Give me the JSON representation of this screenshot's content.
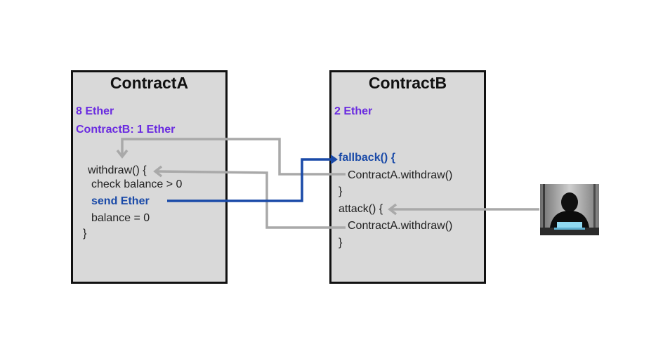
{
  "contract_a": {
    "title": "ContractA",
    "balance": "8 Ether",
    "contract_b_balance": "ContractB: 1 Ether",
    "code": {
      "withdraw_open": "withdraw() {",
      "check_balance": "check balance > 0",
      "send_ether": "send Ether",
      "balance_zero": "balance = 0",
      "close": "}"
    }
  },
  "contract_b": {
    "title": "ContractB",
    "balance": "2 Ether",
    "code": {
      "fallback_open": "fallback() {",
      "fallback_call": "ContractA.withdraw()",
      "fallback_close": "}",
      "attack_open": "attack() {",
      "attack_call": "ContractA.withdraw()",
      "attack_close": "}"
    }
  },
  "colors": {
    "box_fill": "#d9d9d9",
    "purple_text": "#6a2be0",
    "blue_text": "#1a4aa8",
    "gray_arrow": "#a9a9a9",
    "blue_arrow": "#1a4aa8"
  },
  "icons": {
    "attacker": "hooded-hacker-icon"
  }
}
